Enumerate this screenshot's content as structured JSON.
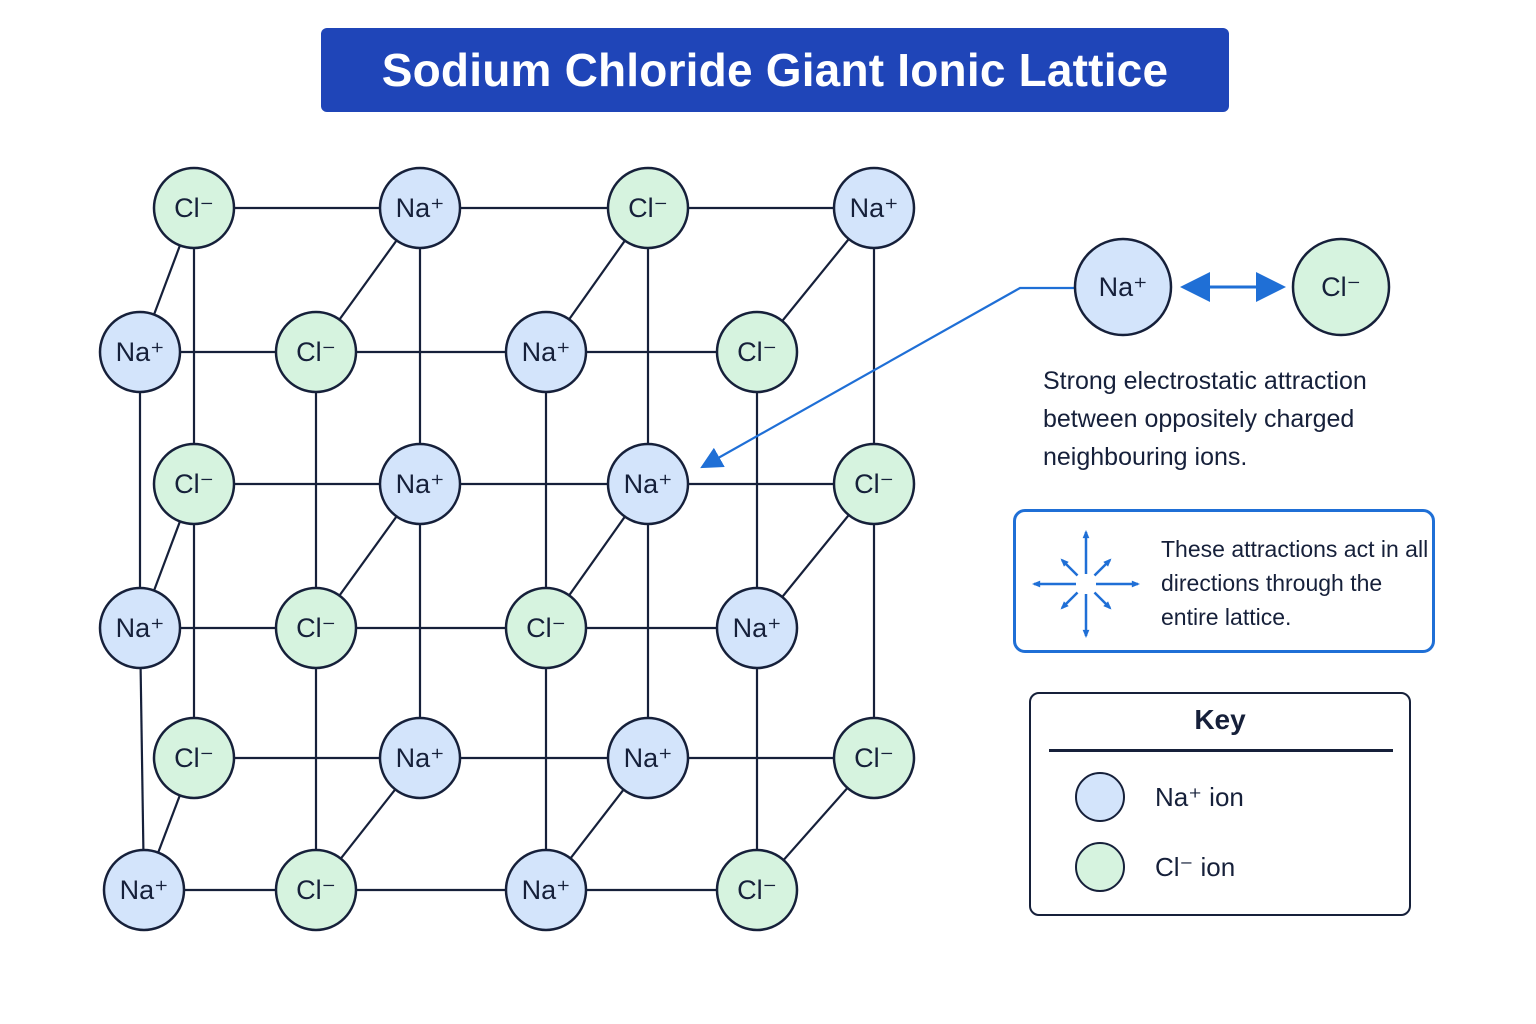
{
  "title": "Sodium Chloride Giant Ionic Lattice",
  "colors": {
    "title_bg": "#1f45b8",
    "na_fill": "#d3e4fb",
    "cl_fill": "#d6f3df",
    "outline": "#16203a",
    "arrow": "#1f6fd6"
  },
  "ion_labels": {
    "na": "Na⁺",
    "cl": "Cl⁻"
  },
  "lattice": {
    "front_layer": [
      [
        "na",
        "cl",
        "na",
        "cl"
      ],
      [
        "na",
        "cl",
        "cl",
        "na"
      ],
      [
        "na",
        "cl",
        "na",
        "cl"
      ]
    ],
    "back_layer": [
      [
        "cl",
        "na",
        "cl",
        "na"
      ],
      [
        "cl",
        "na",
        "na",
        "cl"
      ],
      [
        "cl",
        "na",
        "na",
        "cl"
      ]
    ]
  },
  "attraction": {
    "left_ion": "Na⁺",
    "right_ion": "Cl⁻",
    "description": "Strong electrostatic attraction between oppositely charged neighbouring ions."
  },
  "directions_note": "These attractions act in all directions through the entire lattice.",
  "key": {
    "title": "Key",
    "items": [
      {
        "type": "na",
        "label": "Na⁺ ion"
      },
      {
        "type": "cl",
        "label": "Cl⁻ ion"
      }
    ]
  }
}
